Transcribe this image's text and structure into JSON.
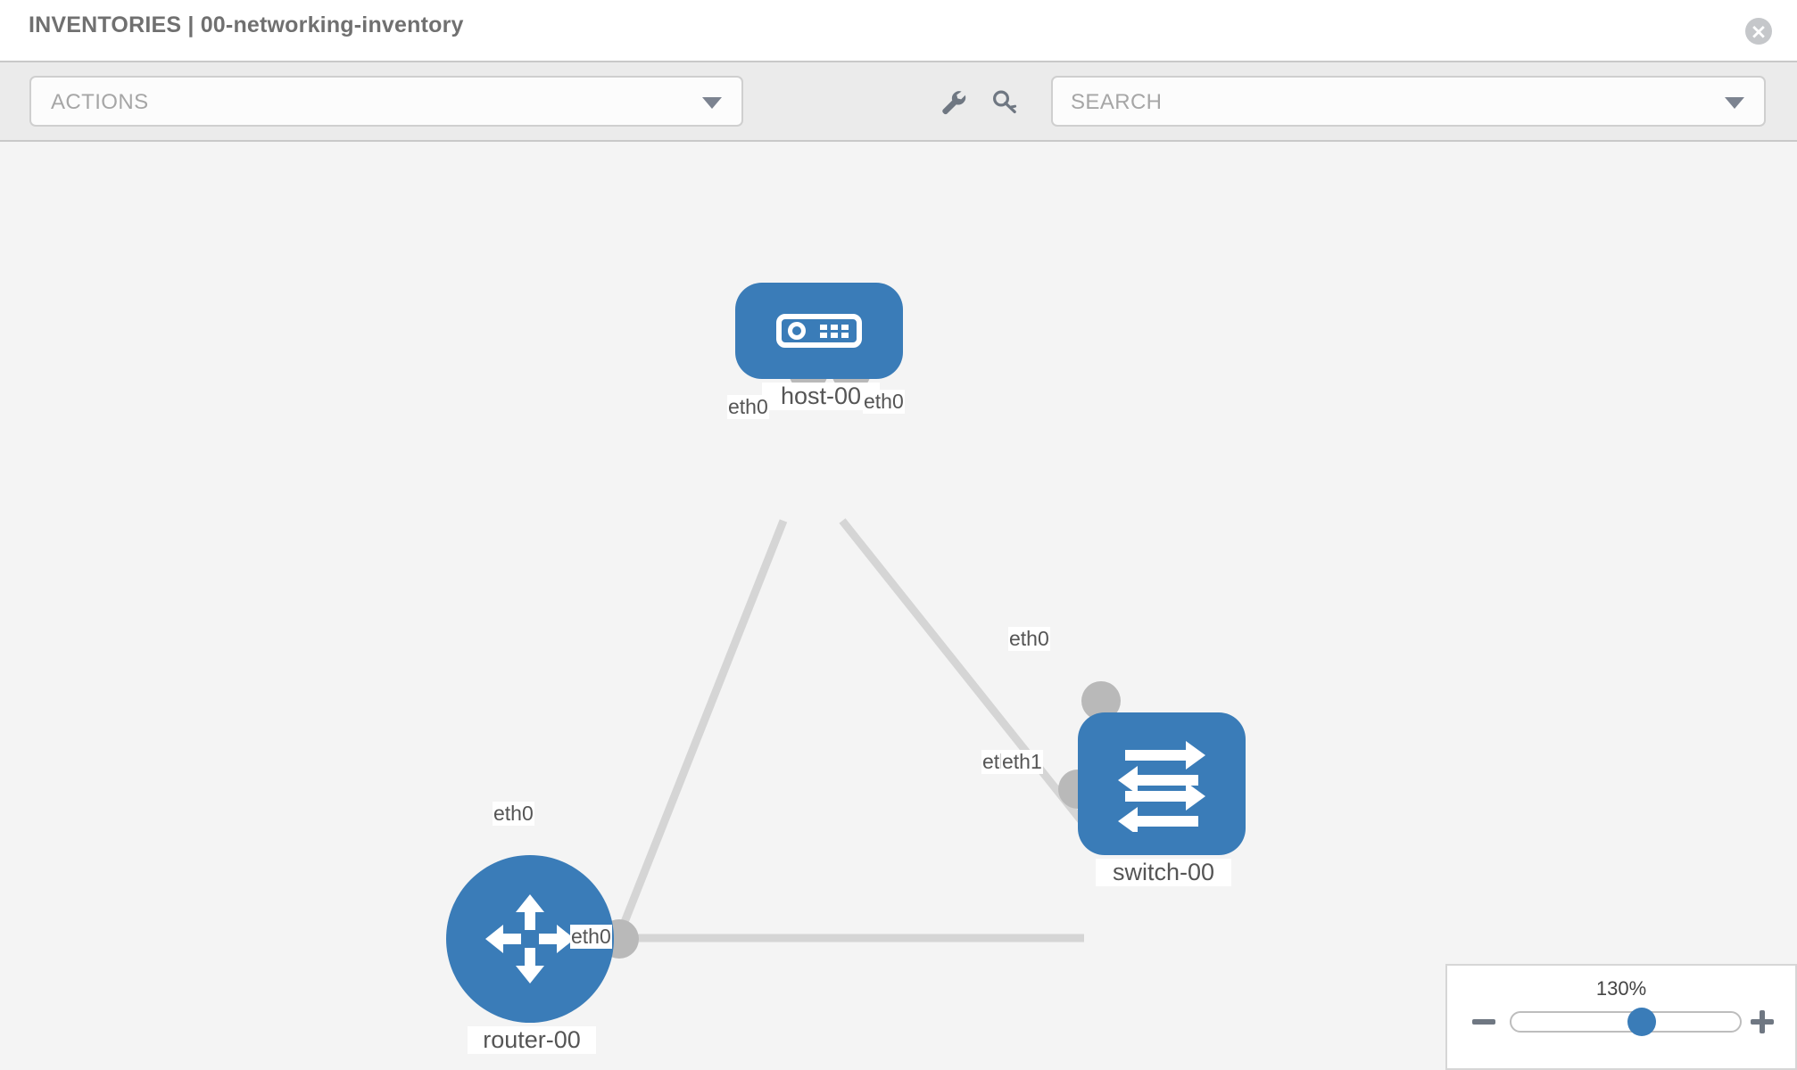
{
  "header": {
    "title": "INVENTORIES | 00-networking-inventory",
    "close_icon": "close-circle-icon"
  },
  "toolbar": {
    "actions_label": "ACTIONS",
    "actions_caret_icon": "chevron-down-icon",
    "wrench_icon": "wrench-icon",
    "key_icon": "key-icon",
    "search_placeholder": "SEARCH",
    "search_caret_icon": "chevron-down-icon"
  },
  "topology": {
    "nodes": [
      {
        "id": "host-00",
        "label": "host-00",
        "icon": "server-icon",
        "type": "host",
        "color": "#3a7cb8"
      },
      {
        "id": "router-00",
        "label": "router-00",
        "icon": "router-icon",
        "type": "router",
        "color": "#3a7cb8"
      },
      {
        "id": "switch-00",
        "label": "switch-00",
        "icon": "switch-icon",
        "type": "switch",
        "color": "#3a7cb8"
      }
    ],
    "links": [
      {
        "from": "host-00",
        "from_iface": "eth0",
        "to": "router-00",
        "to_iface": "eth0"
      },
      {
        "from": "host-00",
        "from_iface": "eth0",
        "to": "switch-00",
        "to_iface": "eth0"
      },
      {
        "from": "router-00",
        "from_iface": "eth0",
        "to": "switch-00",
        "to_iface": "eth1"
      }
    ],
    "interface_labels": {
      "host_left": "eth0",
      "host_right": "eth0",
      "router_top": "eth0",
      "router_right": "eth0",
      "switch_top": "eth0",
      "switch_left_overlap": "eth",
      "switch_left": "eth1"
    },
    "link_color": "#d5d5d5",
    "port_color": "#b9b9b9",
    "canvas_background": "#f4f4f4"
  },
  "zoom": {
    "value": "130%",
    "minus_icon": "minus-icon",
    "plus_icon": "plus-icon",
    "slider_position_percent": 57
  }
}
